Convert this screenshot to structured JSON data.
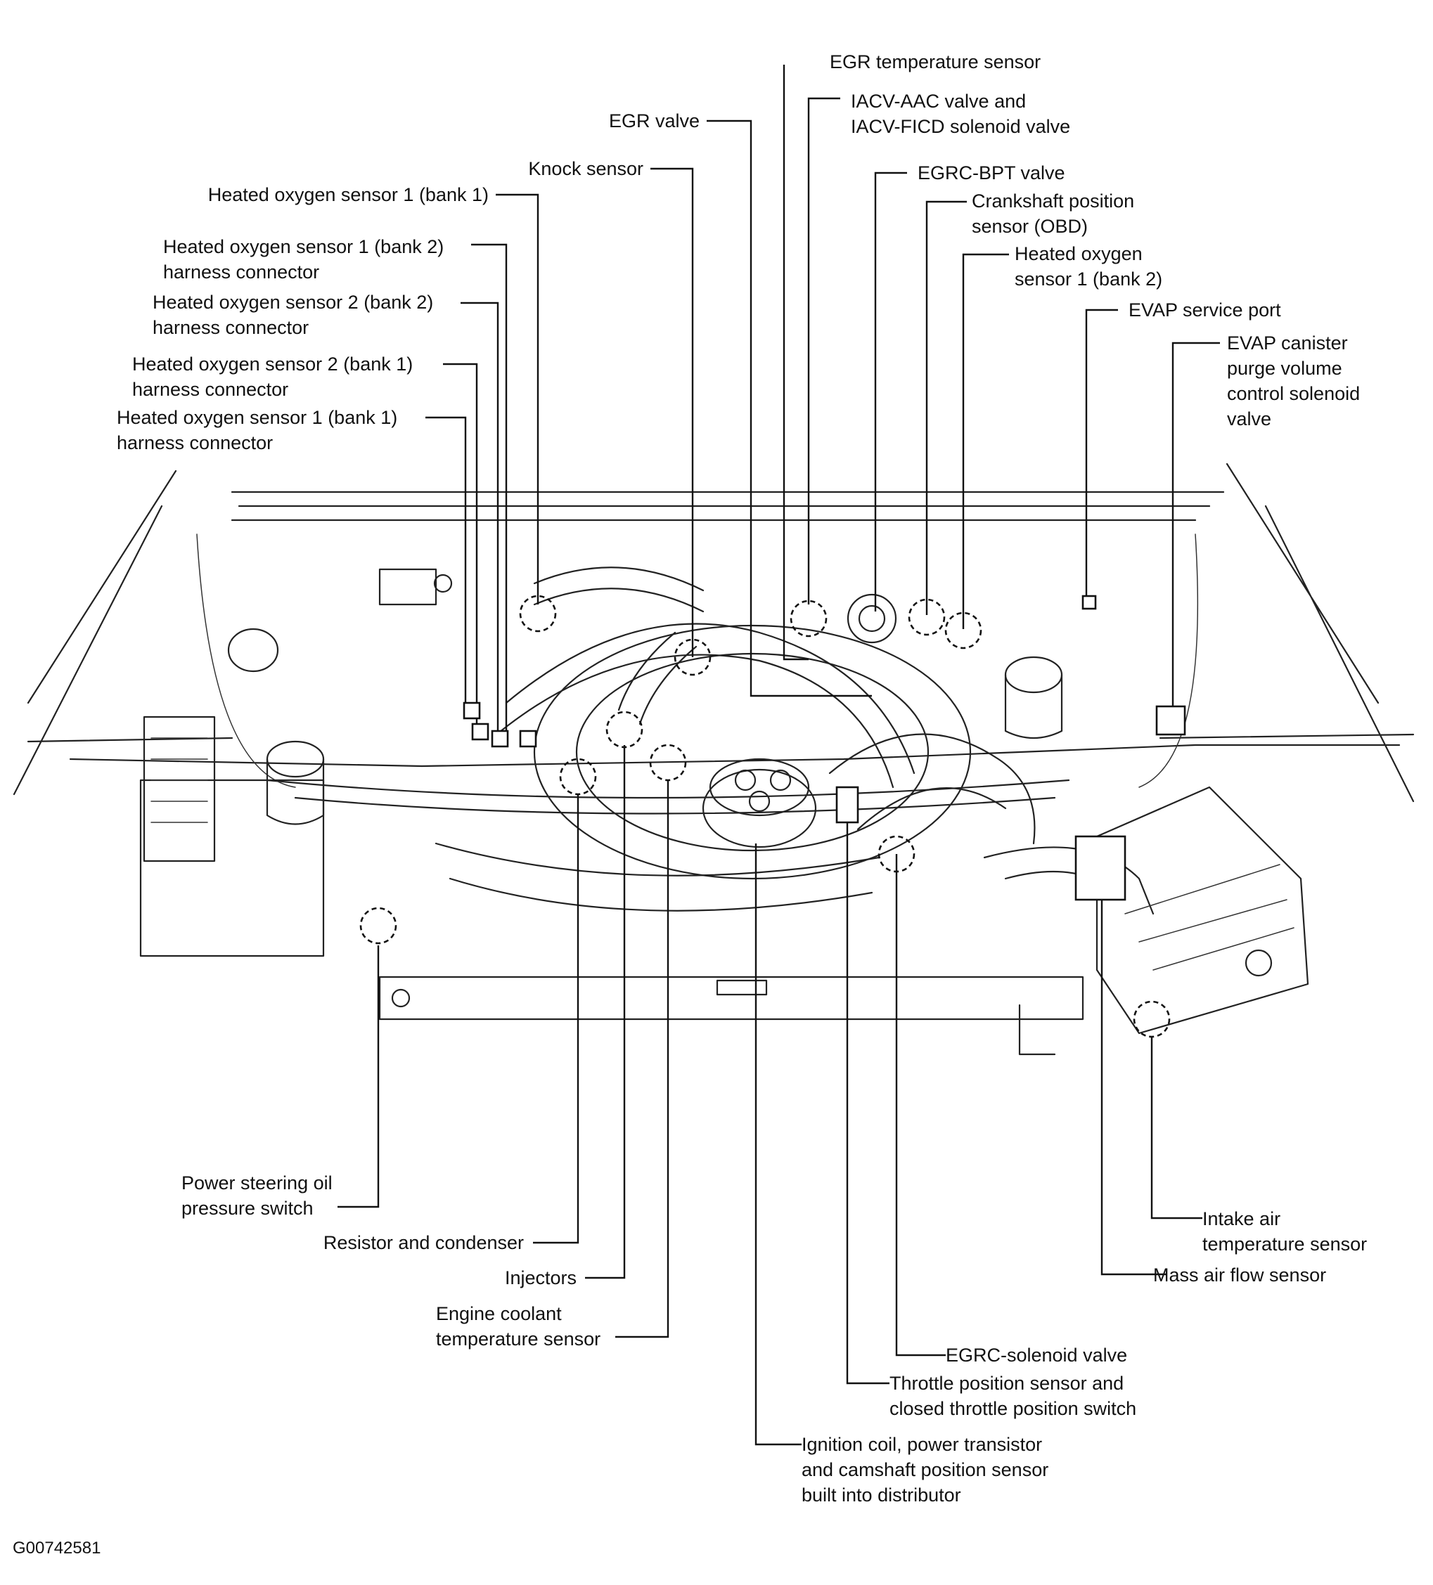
{
  "labels": {
    "egr_temp_sensor": "EGR temperature sensor",
    "iacv_aac": [
      "IACV-AAC valve and",
      "IACV-FICD solenoid valve"
    ],
    "egr_valve": "EGR valve",
    "knock_sensor": "Knock sensor",
    "egrc_bpt": "EGRC-BPT valve",
    "ho2s1_b1": "Heated oxygen sensor 1 (bank 1)",
    "crankshaft_sensor": [
      "Crankshaft position",
      "sensor (OBD)"
    ],
    "ho2s1_b2_conn": [
      "Heated oxygen sensor 1 (bank 2)",
      "harness connector"
    ],
    "ho2s1_b2": [
      "Heated oxygen",
      "sensor 1 (bank 2)"
    ],
    "ho2s2_b2_conn": [
      "Heated oxygen sensor 2 (bank 2)",
      "harness connector"
    ],
    "evap_port": "EVAP service port",
    "evap_canister": [
      "EVAP canister",
      "purge volume",
      "control solenoid",
      "valve"
    ],
    "ho2s2_b1_conn": [
      "Heated oxygen sensor 2 (bank 1)",
      "harness connector"
    ],
    "ho2s1_b1_conn": [
      "Heated oxygen sensor 1 (bank 1)",
      "harness connector"
    ],
    "ps_switch": [
      "Power steering oil",
      "pressure switch"
    ],
    "resistor": "Resistor and condenser",
    "injectors": "Injectors",
    "ect_sensor": [
      "Engine coolant",
      "temperature sensor"
    ],
    "intake_air_temp": [
      "Intake air",
      "temperature sensor"
    ],
    "maf_sensor": "Mass air flow sensor",
    "egrc_solenoid": "EGRC-solenoid valve",
    "tps": [
      "Throttle position sensor and",
      "closed throttle position switch"
    ],
    "ignition": [
      "Ignition coil, power transistor",
      "and camshaft position sensor",
      "built into distributor"
    ]
  },
  "figure_code": "G00742581"
}
